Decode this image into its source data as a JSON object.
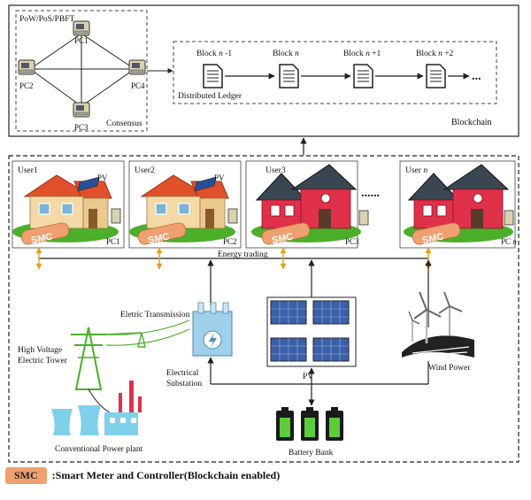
{
  "consensus": {
    "protocol_label": "PoW/PoS/PBFT",
    "box_label": "Consensus",
    "nodes": [
      "PC1",
      "PC2",
      "PC3",
      "PC4"
    ]
  },
  "blockchain": {
    "label": "Blockchain",
    "ledger_label": "Distributed Ledger",
    "blocks": [
      {
        "prefix": "Block ",
        "var": "n",
        "suffix": " -1"
      },
      {
        "prefix": "Block ",
        "var": "n",
        "suffix": ""
      },
      {
        "prefix": "Block ",
        "var": "n",
        "suffix": " +1"
      },
      {
        "prefix": "Block ",
        "var": "n",
        "suffix": " +2"
      }
    ],
    "ellipsis": "..."
  },
  "users": [
    {
      "name": "User1",
      "pc": "PC1",
      "pv": "PV",
      "smc": "SMC"
    },
    {
      "name": "User2",
      "pc": "PC2",
      "pv": "PV",
      "smc": "SMC"
    },
    {
      "name": "User3",
      "pc": "PC3",
      "pv": "",
      "smc": "SMC"
    },
    {
      "name_prefix": "User ",
      "name_var": "n",
      "pc_prefix": "PC ",
      "pc_var": "n",
      "smc": "SMC"
    }
  ],
  "users_ellipsis": "......",
  "energy_trading_label": "Energy trading",
  "grid": {
    "transmission_label": "Eletric Transmission",
    "tower_label_line1": "High Voltage",
    "tower_label_line2": "Electric Tower",
    "substation_line1": "Electrical",
    "substation_line2": "Substation",
    "pv_label": "PV",
    "wind_label": "Wind Power",
    "plant_label": "Conventional Power plant",
    "battery_label": "Battery Bank"
  },
  "legend": {
    "badge": "SMC",
    "text": ":Smart Meter and Controller(Blockchain enabled)"
  },
  "colors": {
    "smc_badge": "#f0a070",
    "roof_orange": "#e0502a",
    "roof_dark": "#3a4652",
    "house_pink": "#e0304a",
    "house_cream": "#f3d9a6",
    "grass": "#4caf2a",
    "arrow_yellow": "#e8a020"
  }
}
